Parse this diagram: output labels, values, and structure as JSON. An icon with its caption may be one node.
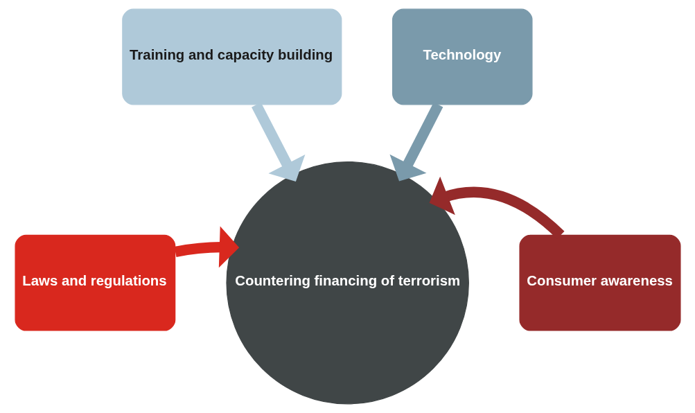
{
  "diagram": {
    "nodes": [
      {
        "text": [
          "Training and capacity building"
        ]
      },
      {
        "text": [
          "Technology"
        ]
      },
      {
        "text": [
          "Laws and regulations"
        ]
      },
      {
        "text": [
          "Consumer awareness"
        ]
      },
      {
        "text": [
          "Countering financing of terrorism"
        ]
      }
    ],
    "edges": [
      {
        "from": 0,
        "to": 4,
        "arrow": "to",
        "color": "#afc9d9"
      },
      {
        "from": 1,
        "to": 4,
        "arrow": "to",
        "color": "#7a9aab"
      },
      {
        "from": 2,
        "to": 4,
        "arrow": "to",
        "color": "#d9281e"
      },
      {
        "from": 3,
        "to": 4,
        "arrow": "to",
        "color": "#952a2a"
      }
    ]
  }
}
